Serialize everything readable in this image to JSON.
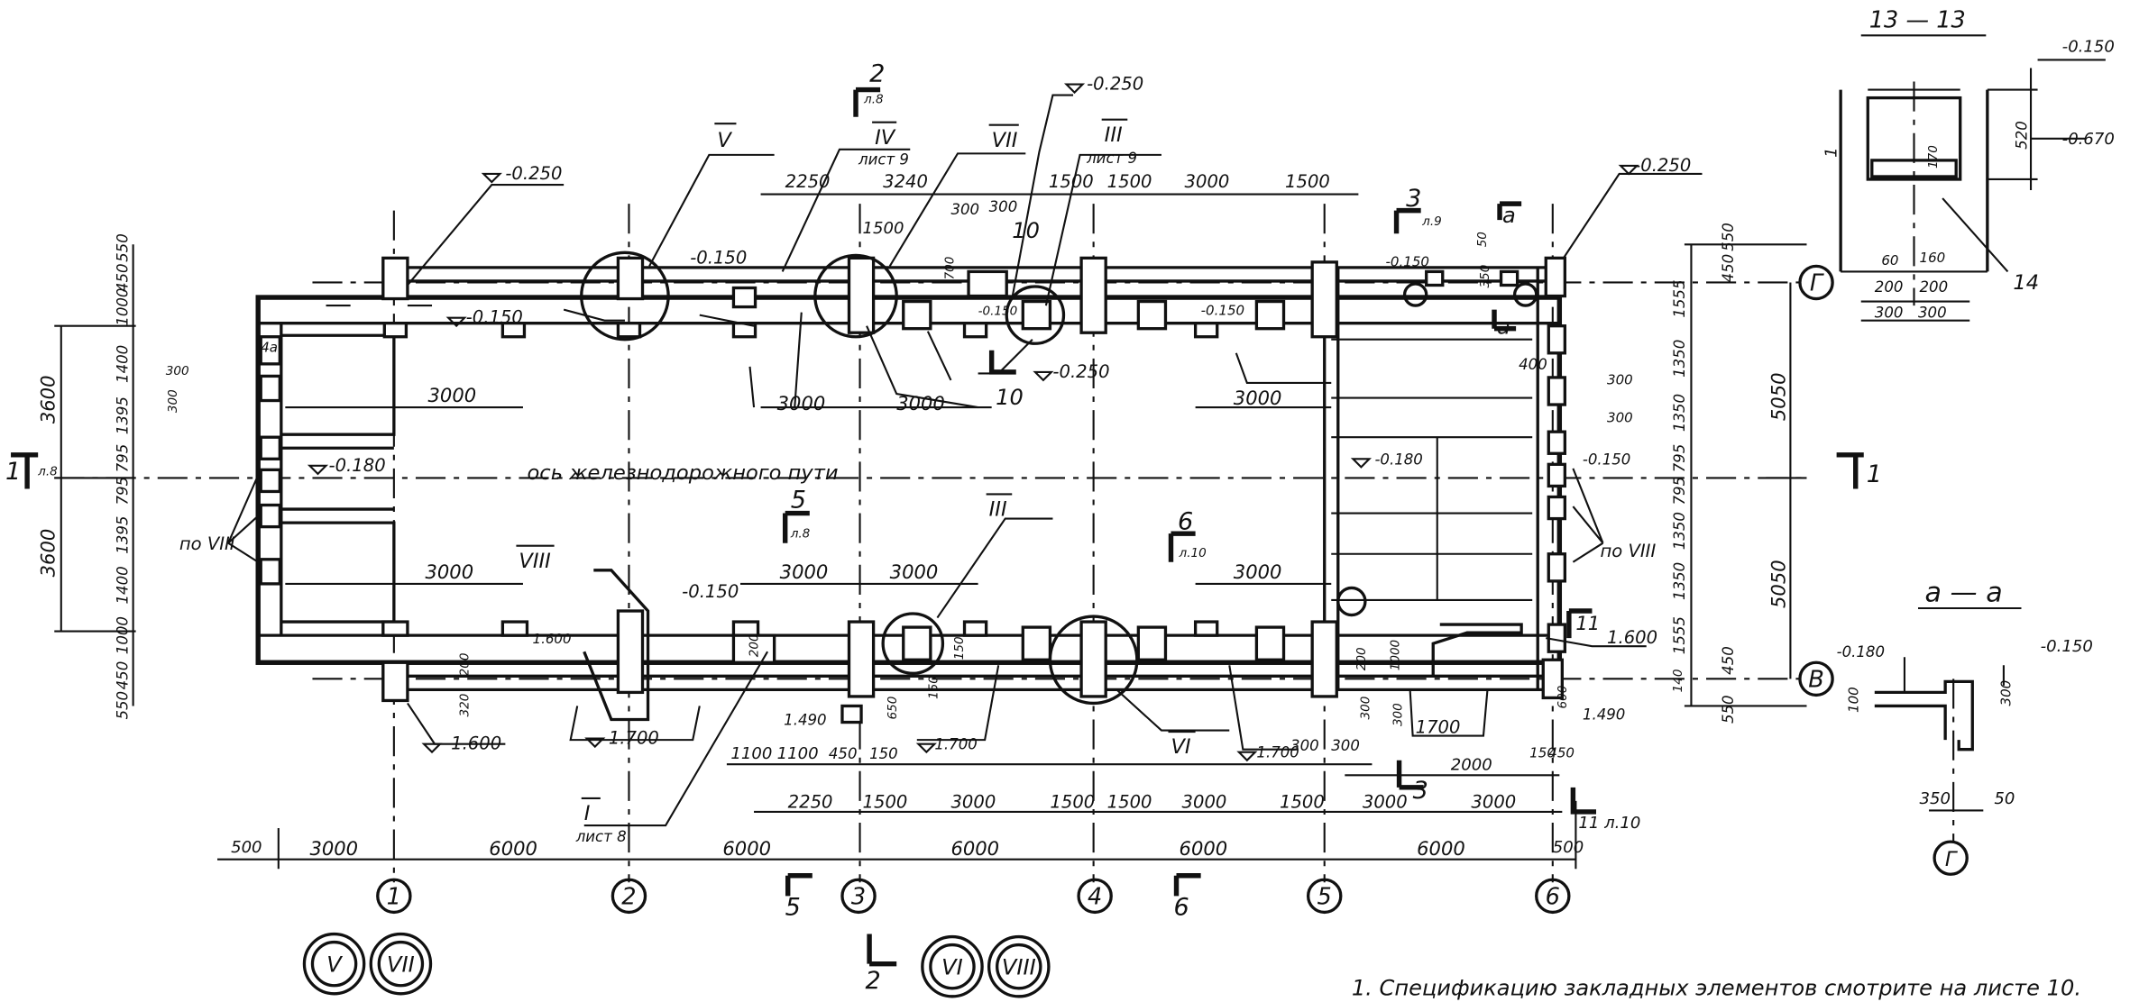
{
  "sections": {
    "s13": "13 — 13",
    "aa": "a — a",
    "s1": "1",
    "s1_sheet": "л.8",
    "s2": "2",
    "s2_sheet": "л.8",
    "s3": "3",
    "s3_sheet": "л.9",
    "s5": "5",
    "s5_sheet": "л.8",
    "s6": "6",
    "s6_sheet": "л.10",
    "s10": "10",
    "s11": "11",
    "s11_sheet": "11 л.10",
    "sa": "a"
  },
  "axes": {
    "columns": [
      "1",
      "2",
      "3",
      "4",
      "5",
      "6"
    ],
    "rows": [
      "Г",
      "В"
    ]
  },
  "track_axis": "ось железнодорожного пути",
  "elevations": {
    "e1": "-0.250",
    "e2": "-0.250",
    "e3": "-0.250",
    "e4": "-0.250",
    "e5": "-0.150",
    "e6": "-0.150",
    "e7": "-0.150",
    "e8": "-0.150",
    "e9": "-0.180",
    "e10": "-0.180",
    "e11": "-0.150",
    "e12": "1.600",
    "e13": "1.700",
    "e14": "1.700",
    "e15": "1.700",
    "e16": "1.600",
    "e17": "1.490",
    "e18": "1.490",
    "e19": "-0.150",
    "e20": "-0.670",
    "e21": "-0.180",
    "e22": "-0.150",
    "e23": "-0.150",
    "e24": "-0.150",
    "e25": "1.600"
  },
  "dims_bottom": [
    "500",
    "3000",
    "6000",
    "6000",
    "6000",
    "6000",
    "6000",
    "500"
  ],
  "dims_row2": [
    "2250",
    "1500",
    "3000",
    "1500",
    "1500",
    "3000",
    "1500",
    "3000",
    "3000"
  ],
  "dims_row3": [
    "1100",
    "1100",
    "450",
    "150",
    "300",
    "300",
    "150",
    "450",
    "2000"
  ],
  "dims_top": [
    "2250",
    "3240",
    "300",
    "300",
    "1500",
    "1500",
    "3000",
    "1500",
    "1500",
    "10"
  ],
  "dims_inner": [
    "3000",
    "3000",
    "3000",
    "3000",
    "3000",
    "3000",
    "3000",
    "3000"
  ],
  "dims_left": [
    "550",
    "450",
    "1000",
    "1400",
    "300",
    "300",
    "1395",
    "795",
    "795",
    "1395",
    "1400",
    "1000",
    "550",
    "450",
    "3600",
    "3600"
  ],
  "dims_right": [
    "550",
    "450",
    "1555",
    "1350",
    "1350",
    "795",
    "795",
    "1350",
    "1350",
    "1555",
    "450",
    "550",
    "5050",
    "5050",
    "300",
    "300",
    "400",
    "4a"
  ],
  "small_dims": [
    "700",
    "350",
    "50",
    "200",
    "320",
    "200",
    "1000",
    "200",
    "300",
    "150",
    "150",
    "650",
    "600",
    "140",
    "300",
    "1700"
  ],
  "section_13": {
    "d520": "520",
    "d170": "170",
    "d60a": "60",
    "d160": "160",
    "d200a": "200",
    "d200b": "200",
    "d300a": "300",
    "d300b": "300",
    "callout": "14",
    "sideA": "1"
  },
  "section_aa": {
    "d100": "100",
    "d300": "300",
    "d350": "350",
    "d50": "50"
  },
  "marks": {
    "m1": "V",
    "m2": "IV",
    "m2_sheet": "лист 9",
    "m3": "VII",
    "m4": "III",
    "m4_sheet": "лист 9",
    "m5": "VIII",
    "m6": "III",
    "m7": "VI",
    "m8": "I",
    "m8_sheet": "лист 8",
    "m9": "по VIII",
    "m10": "по VIII",
    "bottom_circles": [
      "V",
      "VII",
      "VI",
      "VIII"
    ]
  },
  "note": "1. Спецификацию закладных элементов смотрите на листе 10."
}
